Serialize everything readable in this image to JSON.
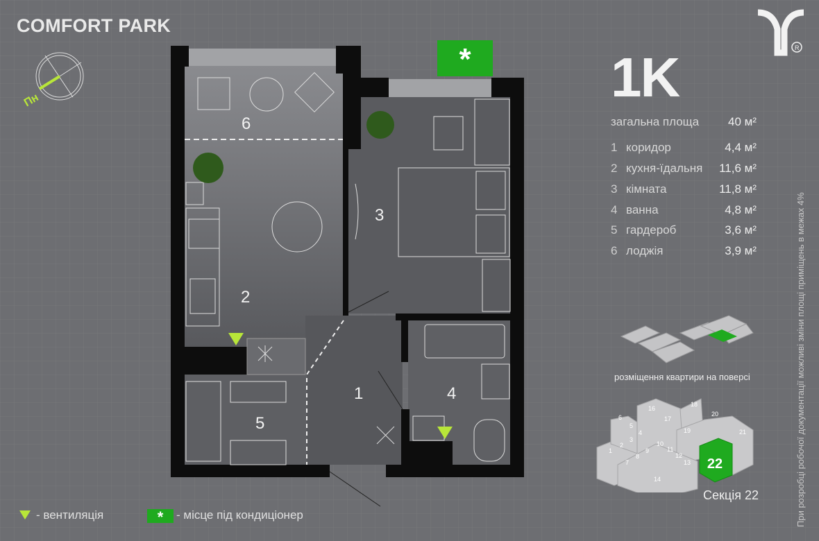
{
  "brand": "COMFORT PARK",
  "compass_label": "Пн",
  "apartment": {
    "type": "1K",
    "total_label": "загальна площа",
    "total_value": "40 м²",
    "rooms": [
      {
        "num": "1",
        "name": "коридор",
        "area": "4,4 м²"
      },
      {
        "num": "2",
        "name": "кухня-їдальня",
        "area": "11,6 м²"
      },
      {
        "num": "3",
        "name": "кімната",
        "area": "11,8 м²"
      },
      {
        "num": "4",
        "name": "ванна",
        "area": "4,8 м²"
      },
      {
        "num": "5",
        "name": "гардероб",
        "area": "3,6 м²"
      },
      {
        "num": "6",
        "name": "лоджія",
        "area": "3,9 м²"
      }
    ]
  },
  "plan_labels": [
    "1",
    "2",
    "3",
    "4",
    "5",
    "6"
  ],
  "placement_caption": "розміщення квартири на поверсі",
  "section_numbers": [
    "1",
    "2",
    "3",
    "4",
    "5",
    "6",
    "7",
    "8",
    "9",
    "10",
    "11",
    "12",
    "13",
    "14",
    "16",
    "17",
    "18",
    "19",
    "20",
    "21"
  ],
  "section_highlight": "22",
  "section_caption": "Секція 22",
  "disclaimer": "При розробці робочої документації можливі зміни площі приміщень в межах 4%",
  "legend": {
    "ventilation": "- вентиляція",
    "ac": "- місце під кондиціонер"
  },
  "colors": {
    "accent_green": "#1faa1f",
    "ventilation": "#b8e639",
    "wall": "#0d0d0d"
  }
}
